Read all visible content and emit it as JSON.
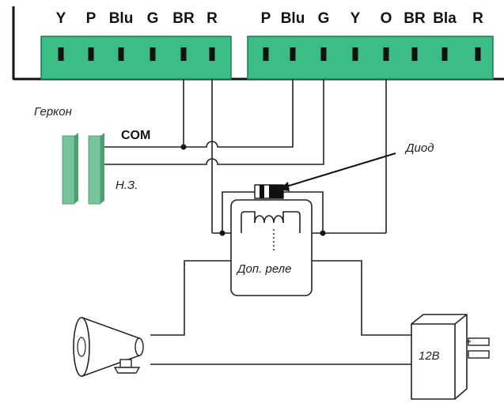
{
  "left_block": {
    "terminals": [
      "Y",
      "P",
      "Blu",
      "G",
      "BR",
      "R"
    ]
  },
  "right_block": {
    "terminals": [
      "P",
      "Blu",
      "G",
      "Y",
      "O",
      "BR",
      "Bla",
      "R"
    ]
  },
  "labels": {
    "reed_switch": "Геркон",
    "com": "COM",
    "nc": "Н.З.",
    "diode": "Диод",
    "relay": "Доп. реле",
    "power": "12В"
  },
  "colors": {
    "block_fill": "#3dbd86",
    "block_stroke": "#1e7a52",
    "pin": "#111111",
    "reed_fill": "#79c49a",
    "wire": "#222222"
  },
  "icons": {
    "siren": "siren-horn-icon",
    "power": "power-adapter-icon",
    "diode": "diode-icon",
    "coil": "relay-coil-icon"
  }
}
